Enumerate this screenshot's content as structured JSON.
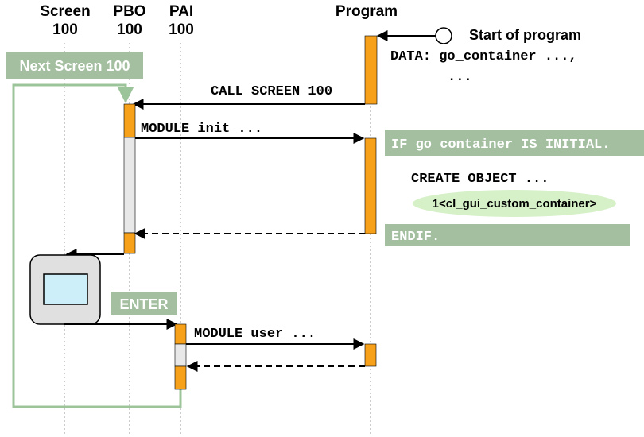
{
  "headers": {
    "screen": [
      "Screen",
      "100"
    ],
    "pbo": [
      "PBO",
      "100"
    ],
    "pai": [
      "PAI",
      "100"
    ],
    "program": "Program"
  },
  "start_label": "Start of program",
  "data_decl": [
    "DATA: go_container ...,",
    "..."
  ],
  "call_screen": "CALL SCREEN 100",
  "next_screen": "Next Screen 100",
  "module_init": "MODULE init_...",
  "if_initial": "IF go_container IS INITIAL.",
  "create_object": "CREATE OBJECT ...",
  "object_instance": "1<cl_gui_custom_container>",
  "endif": "ENDIF.",
  "enter": "ENTER",
  "module_user": "MODULE user_...",
  "colors": {
    "orange": "#F7A11A",
    "green_box": "#A3BFA0",
    "green_line": "#9CC49A",
    "ellipse": "#D6F0C8",
    "grey": "#E8E8E8",
    "screen_blue": "#CDEFFA"
  }
}
